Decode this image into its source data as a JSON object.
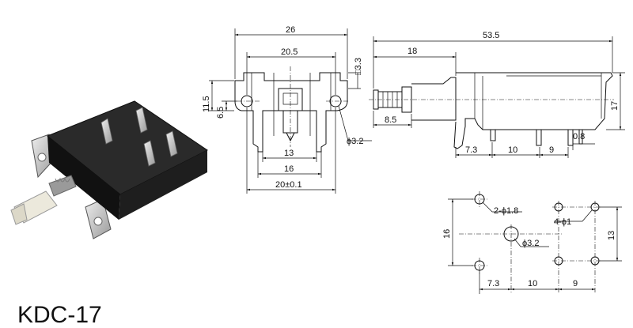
{
  "product": {
    "model": "KDC-17"
  },
  "front_view": {
    "dims": {
      "overall_width": "26",
      "inner_width": "20.5",
      "height": "11.5",
      "hole_height": "6.5",
      "square_pin": "□3.3",
      "hole_dia": "ϕ3.2",
      "pin_span_1": "13",
      "pin_span_2": "16",
      "base_width": "20±0.1"
    }
  },
  "side_view": {
    "dims": {
      "overall_length": "53.5",
      "body_offset": "18",
      "plunger": "8.5",
      "height": "17",
      "pin_thick": "0.8",
      "pitch_1": "7.3",
      "pitch_2": "10",
      "pitch_3": "9"
    }
  },
  "pcb_layout": {
    "dims": {
      "small_holes": "2-ϕ1.8",
      "pin_holes": "4-ϕ1",
      "center_hole": "ϕ3.2",
      "left_span": "16",
      "right_span": "13",
      "pitch_1": "7.3",
      "pitch_2": "10",
      "pitch_3": "9"
    }
  },
  "colors": {
    "line": "#111111",
    "switch_body": "#1a1a1a",
    "plunger": "#e6e3d6",
    "metal": "#c9c9c9"
  }
}
